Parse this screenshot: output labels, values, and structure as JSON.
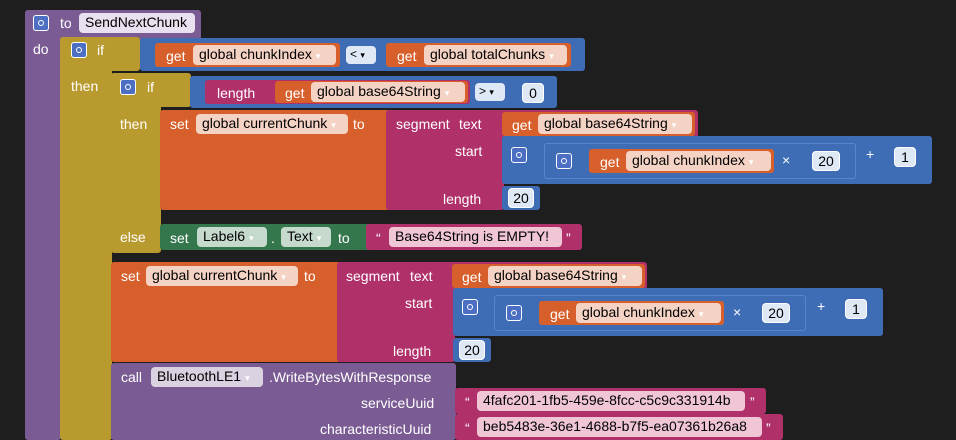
{
  "procedure": {
    "to_label": "to",
    "name": "SendNextChunk",
    "do_label": "do"
  },
  "if1": {
    "if_label": "if",
    "then_label": "then",
    "left_get": "get",
    "left_var": "global chunkIndex",
    "op": "<",
    "right_get": "get",
    "right_var": "global totalChunks"
  },
  "if2": {
    "if_label": "if",
    "then_label": "then",
    "else_label": "else",
    "length_label": "length",
    "get": "get",
    "var": "global base64String",
    "op": ">",
    "value": "0"
  },
  "set1": {
    "set_label": "set",
    "var": "global currentChunk",
    "to_label": "to",
    "segment_label": "segment",
    "text_label": "text",
    "get": "get",
    "text_var": "global base64String",
    "start_label": "start",
    "inner_get": "get",
    "inner_var": "global chunkIndex",
    "mul_op": "×",
    "mul_value": "20",
    "add_op": "+",
    "add_value": "1",
    "length_label": "length",
    "length_value": "20"
  },
  "else_set": {
    "set_label": "set",
    "component": "Label6",
    "dot": ".",
    "prop": "Text",
    "to_label": "to",
    "string": "Base64String is EMPTY!"
  },
  "set2": {
    "set_label": "set",
    "var": "global currentChunk",
    "to_label": "to",
    "segment_label": "segment",
    "text_label": "text",
    "get": "get",
    "text_var": "global base64String",
    "start_label": "start",
    "inner_get": "get",
    "inner_var": "global chunkIndex",
    "mul_op": "×",
    "mul_value": "20",
    "add_op": "+",
    "add_value": "1",
    "length_label": "length",
    "length_value": "20"
  },
  "call": {
    "call_label": "call",
    "component": "BluetoothLE1",
    "method": ".WriteBytesWithResponse",
    "service_label": "serviceUuid",
    "service_value": "4fafc201-1fb5-459e-8fcc-c5c9c331914b",
    "char_label": "characteristicUuid",
    "char_value": "beb5483e-36e1-4688-b7f5-ea07361b26a8"
  },
  "quote_open": "“",
  "quote_close": "”",
  "dropdown_glyph": "▾"
}
